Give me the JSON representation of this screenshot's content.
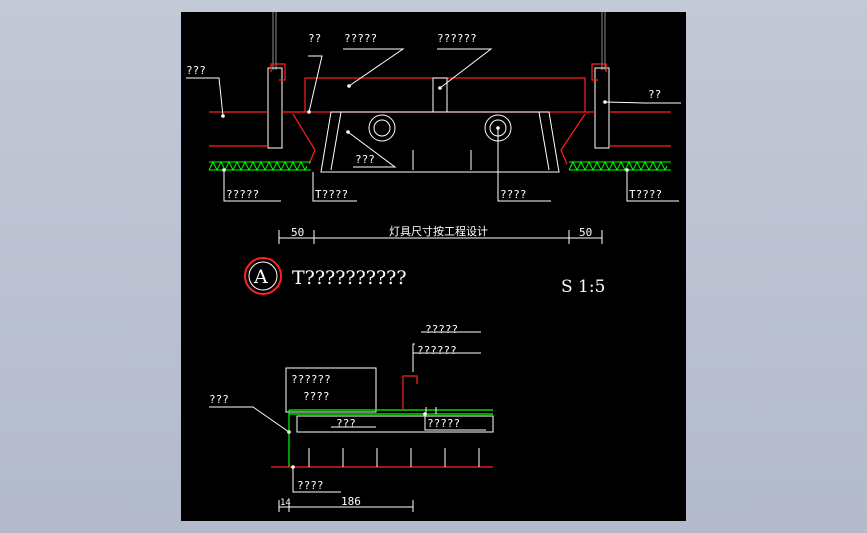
{
  "viewport": {
    "background": "#000000"
  },
  "colors": {
    "outline": "#ffffff",
    "detail": "#ff2020",
    "dim": "#00ff00",
    "grey": "#8c8c8c",
    "callout_ring": "#ff2020"
  },
  "top_section": {
    "labels": {
      "top_left": "???",
      "top_mid_a": "??",
      "top_mid_b": "?????",
      "top_mid_c": "??????",
      "right_side": "??",
      "center": "???",
      "bottom_left": "?????",
      "bottom_mid_a": "T????",
      "bottom_mid_b": "????",
      "bottom_right": "T????"
    },
    "dims": {
      "left": "50",
      "right": "50",
      "middle": "灯具尺寸按工程设计"
    }
  },
  "title": {
    "badge": "A",
    "text": "T??????????",
    "scale": "S 1:5"
  },
  "bottom_section": {
    "labels": {
      "top_a": "?????",
      "top_b": "??????",
      "box_a": "??????",
      "box_b": "????",
      "left": "???",
      "mid_a": "???",
      "mid_b": "?????",
      "bottom": "????"
    },
    "dims": {
      "a": "14",
      "b": "186"
    }
  }
}
